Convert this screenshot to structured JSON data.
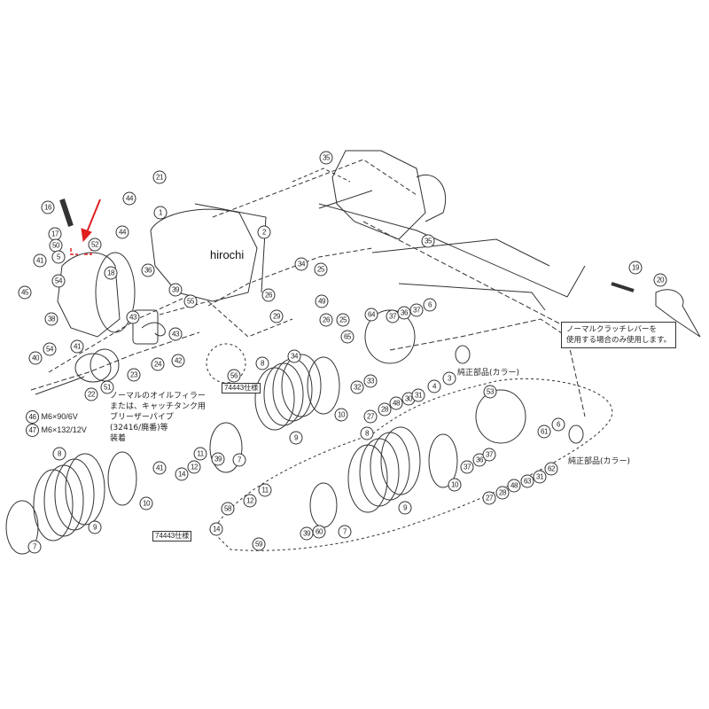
{
  "diagram": {
    "title_hidden": "",
    "watermark": "hirochi",
    "accent_color": "#e02020",
    "part_labels": [
      {
        "id": "p35a",
        "num": "35"
      },
      {
        "id": "p35b",
        "num": "35"
      },
      {
        "id": "p21",
        "num": "21"
      },
      {
        "id": "p44a",
        "num": "44"
      },
      {
        "id": "p44b",
        "num": "44"
      },
      {
        "id": "p1",
        "num": "1"
      },
      {
        "id": "p2",
        "num": "2"
      },
      {
        "id": "p16",
        "num": "16"
      },
      {
        "id": "p17",
        "num": "17"
      },
      {
        "id": "p50",
        "num": "50"
      },
      {
        "id": "p52",
        "num": "52"
      },
      {
        "id": "p5",
        "num": "5"
      },
      {
        "id": "p41a",
        "num": "41"
      },
      {
        "id": "p18",
        "num": "18"
      },
      {
        "id": "p45",
        "num": "45"
      },
      {
        "id": "p54a",
        "num": "54"
      },
      {
        "id": "p38",
        "num": "38"
      },
      {
        "id": "p36",
        "num": "36"
      },
      {
        "id": "p39",
        "num": "39"
      },
      {
        "id": "p55",
        "num": "55"
      },
      {
        "id": "p43a",
        "num": "43"
      },
      {
        "id": "p43b",
        "num": "43"
      },
      {
        "id": "p54b",
        "num": "54"
      },
      {
        "id": "p41b",
        "num": "41"
      },
      {
        "id": "p40",
        "num": "40"
      },
      {
        "id": "p24",
        "num": "24"
      },
      {
        "id": "p23",
        "num": "23"
      },
      {
        "id": "p42",
        "num": "42"
      },
      {
        "id": "p22",
        "num": "22"
      },
      {
        "id": "p51",
        "num": "51"
      },
      {
        "id": "p56",
        "num": "56"
      },
      {
        "id": "p34a",
        "num": "34"
      },
      {
        "id": "p25a",
        "num": "25"
      },
      {
        "id": "p26a",
        "num": "26"
      },
      {
        "id": "p49",
        "num": "49"
      },
      {
        "id": "p29",
        "num": "29"
      },
      {
        "id": "p26b",
        "num": "26"
      },
      {
        "id": "p25b",
        "num": "25"
      },
      {
        "id": "p34b",
        "num": "34"
      },
      {
        "id": "p65",
        "num": "65"
      },
      {
        "id": "p64",
        "num": "64"
      },
      {
        "id": "p37a",
        "num": "37"
      },
      {
        "id": "p36b",
        "num": "36"
      },
      {
        "id": "p37b",
        "num": "37"
      },
      {
        "id": "p6a",
        "num": "6"
      },
      {
        "id": "p32",
        "num": "32"
      },
      {
        "id": "p33",
        "num": "33"
      },
      {
        "id": "p4",
        "num": "4"
      },
      {
        "id": "p3",
        "num": "3"
      },
      {
        "id": "p30",
        "num": "30"
      },
      {
        "id": "p31a",
        "num": "31"
      },
      {
        "id": "p48a",
        "num": "48"
      },
      {
        "id": "p28a",
        "num": "28"
      },
      {
        "id": "p27a",
        "num": "27"
      },
      {
        "id": "p8a",
        "num": "8"
      },
      {
        "id": "p9a",
        "num": "9"
      },
      {
        "id": "p10a",
        "num": "10"
      },
      {
        "id": "p11a",
        "num": "11"
      },
      {
        "id": "p12a",
        "num": "12"
      },
      {
        "id": "p14a",
        "num": "14"
      },
      {
        "id": "p41c",
        "num": "41"
      },
      {
        "id": "p39a",
        "num": "39"
      },
      {
        "id": "p7a",
        "num": "7"
      },
      {
        "id": "p8b",
        "num": "8"
      },
      {
        "id": "p9b",
        "num": "9"
      },
      {
        "id": "p10b",
        "num": "10"
      },
      {
        "id": "p7b",
        "num": "7"
      },
      {
        "id": "p19",
        "num": "19"
      },
      {
        "id": "p20",
        "num": "20"
      },
      {
        "id": "p53",
        "num": "53"
      },
      {
        "id": "p6b",
        "num": "6"
      },
      {
        "id": "p61",
        "num": "61"
      },
      {
        "id": "p62",
        "num": "62"
      },
      {
        "id": "p63",
        "num": "63"
      },
      {
        "id": "p31b",
        "num": "31"
      },
      {
        "id": "p48b",
        "num": "48"
      },
      {
        "id": "p28b",
        "num": "28"
      },
      {
        "id": "p27b",
        "num": "27"
      },
      {
        "id": "p37c",
        "num": "37"
      },
      {
        "id": "p36c",
        "num": "36"
      },
      {
        "id": "p37d",
        "num": "37"
      },
      {
        "id": "p8c",
        "num": "8"
      },
      {
        "id": "p9c",
        "num": "9"
      },
      {
        "id": "p10c",
        "num": "10"
      },
      {
        "id": "p11b",
        "num": "11"
      },
      {
        "id": "p12b",
        "num": "12"
      },
      {
        "id": "p58",
        "num": "58"
      },
      {
        "id": "p14b",
        "num": "14"
      },
      {
        "id": "p59",
        "num": "59"
      },
      {
        "id": "p39b",
        "num": "39"
      },
      {
        "id": "p60",
        "num": "60"
      },
      {
        "id": "p7c",
        "num": "7"
      },
      {
        "id": "p46",
        "num": "46"
      },
      {
        "id": "p47",
        "num": "47"
      }
    ],
    "specs": [
      {
        "num": "46",
        "text": "M6×90/6V"
      },
      {
        "num": "47",
        "text": "M6×132/12V"
      }
    ],
    "notes": {
      "oil_filler": "ノーマルのオイルフィラー\nまたは、キャッチタンク用\nブリーザーパイプ\n(32416/廃番)等\n装着",
      "clutch_lever": "ノーマルクラッチレバーを\n使用する場合のみ使用します。",
      "genuine_collar_1": "純正部品(カラー)",
      "genuine_collar_2": "純正部品(カラー)"
    },
    "tags": {
      "spec_74443_a": "74443仕様",
      "spec_74443_b": "74443仕様"
    }
  }
}
